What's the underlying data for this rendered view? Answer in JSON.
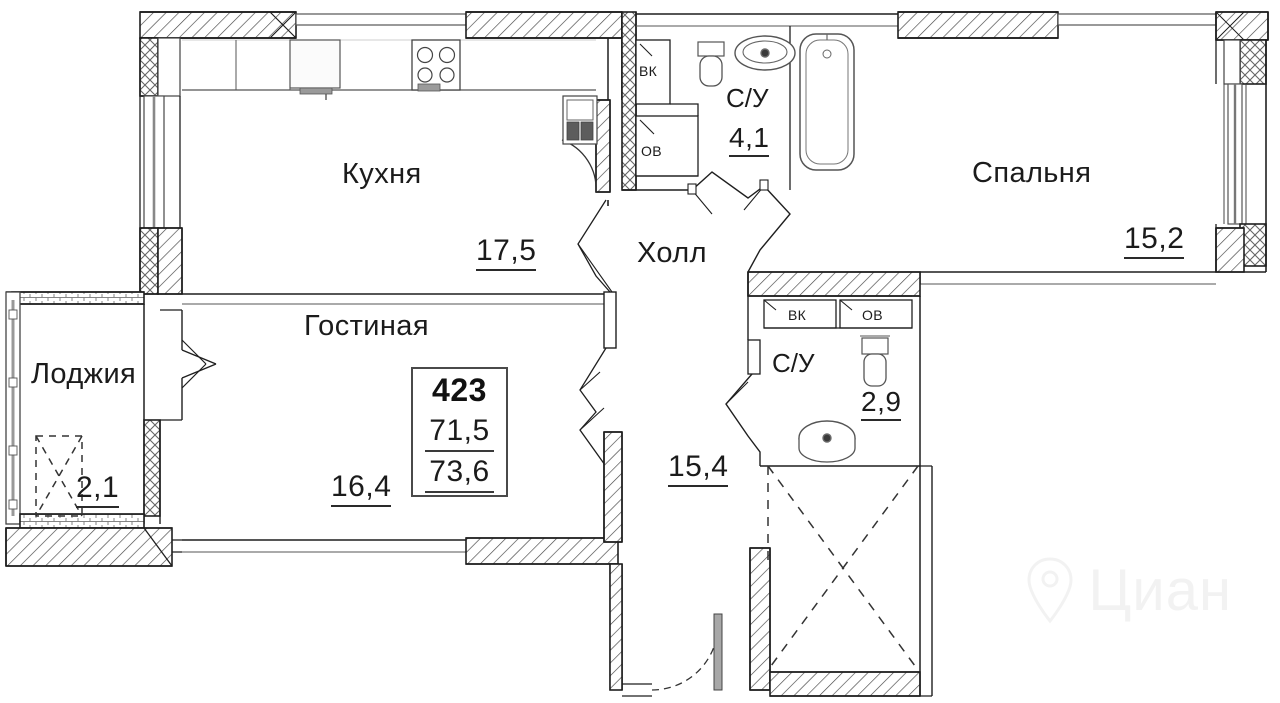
{
  "plan": {
    "apartment": {
      "number": "423",
      "area_total": "71,5",
      "area_with_loggia": "73,6"
    },
    "watermark": {
      "text": "Циан",
      "icon": "map-pin-icon"
    },
    "rooms": [
      {
        "key": "kitchen",
        "name": "Кухня",
        "area": "17,5"
      },
      {
        "key": "living",
        "name": "Гостиная",
        "area": "16,4"
      },
      {
        "key": "hall",
        "name": "Холл",
        "area": "15,4"
      },
      {
        "key": "bedroom",
        "name": "Спальня",
        "area": "15,2"
      },
      {
        "key": "bathroom_main",
        "name": "С/У",
        "area": "4,1"
      },
      {
        "key": "bathroom_second",
        "name": "С/У",
        "area": "2,9"
      },
      {
        "key": "loggia",
        "name": "Лоджия",
        "area": "2,1"
      }
    ],
    "shafts": [
      {
        "key": "vk_top",
        "label": "ВК"
      },
      {
        "key": "ov_top",
        "label": "ОВ"
      },
      {
        "key": "vk_bottom",
        "label": "ВК"
      },
      {
        "key": "ov_bottom",
        "label": "ОВ"
      }
    ],
    "colors": {
      "wall_stroke": "#1f1f1f",
      "wall_fill": "#ffffff",
      "hatch": "#555555",
      "fixture": "#707070",
      "paper": "#ffffff"
    }
  }
}
